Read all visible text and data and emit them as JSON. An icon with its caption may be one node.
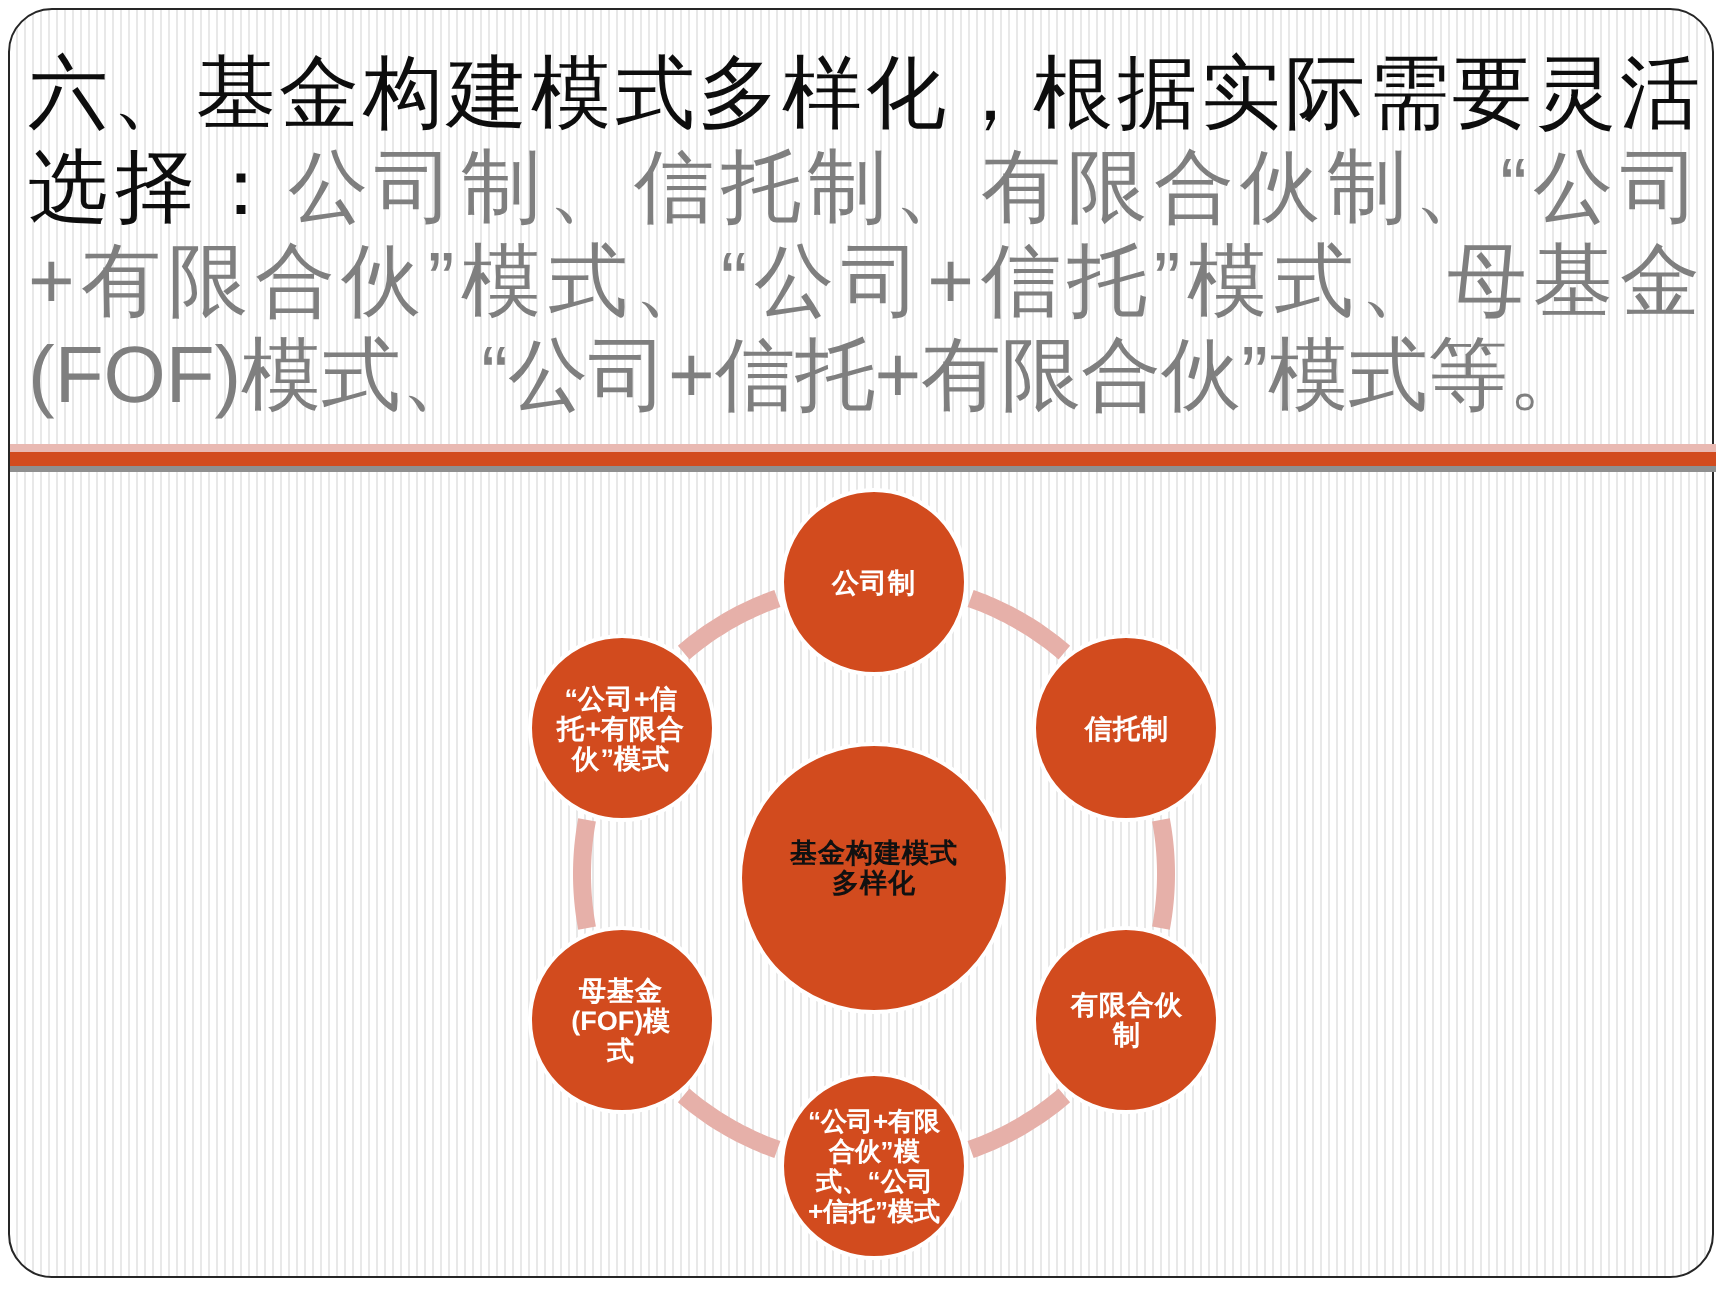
{
  "diagram": {
    "title": "六、基金构建模式多样化，根据实际需要灵活选择：",
    "nodes": [
      {
        "text": [
          "基金构建模式多样化"
        ]
      },
      {
        "text": [
          "公司制"
        ]
      },
      {
        "text": [
          "信托制"
        ]
      },
      {
        "text": [
          "有限合伙制"
        ]
      },
      {
        "text": [
          "“公司+有限合伙”模式、“公司+信托”模式"
        ]
      },
      {
        "text": [
          "母基金(FOF)模式"
        ]
      },
      {
        "text": [
          "“公司+信托+有限合伙”模式"
        ]
      }
    ],
    "edges": [
      {
        "from": 1,
        "to": 2,
        "arrow": "none"
      },
      {
        "from": 2,
        "to": 3,
        "arrow": "none"
      },
      {
        "from": 3,
        "to": 4,
        "arrow": "none"
      },
      {
        "from": 4,
        "to": 5,
        "arrow": "none"
      },
      {
        "from": 5,
        "to": 6,
        "arrow": "none"
      },
      {
        "from": 6,
        "to": 1,
        "arrow": "none"
      }
    ],
    "labels": [
      "公司制、信托制、有限合伙制、“公司+有限合伙”模式、“公司+信托”模式、母基金(FOF)模式、“公司+信托+有限合伙”模式等。"
    ]
  }
}
